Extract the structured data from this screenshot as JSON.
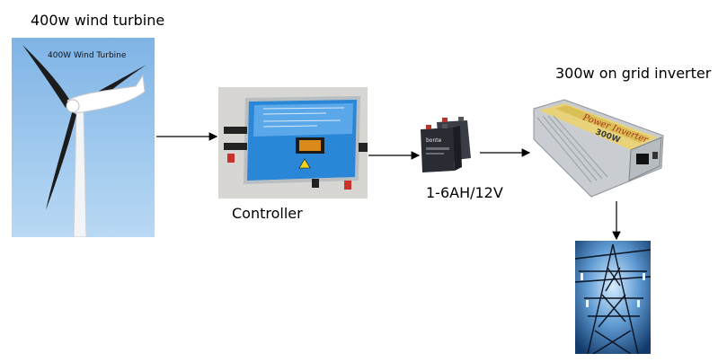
{
  "labels": {
    "turbine_caption": "400w wind turbine",
    "turbine_banner": "400W Wind Turbine",
    "controller_caption": "Controller",
    "battery_caption": "1-6AH/12V",
    "inverter_caption": "300w on grid inverter",
    "inverter_brand": "Power Inverter",
    "inverter_rating": "300W",
    "battery_brand": "bonte"
  },
  "colors": {
    "sky": "#9cc6ec",
    "controller_blue": "#1e7fd2",
    "battery_black": "#2a2c33",
    "inverter_silver": "#c9cdd1",
    "inverter_panel": "#e9d37a",
    "arrow": "#000000"
  }
}
